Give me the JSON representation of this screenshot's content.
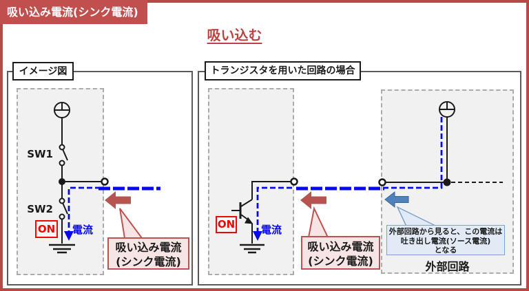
{
  "badge": {
    "label": "吸い込み電流(シンク電流)"
  },
  "title": {
    "label": "吸い込む"
  },
  "colors": {
    "accent_red": "#c0504d",
    "frame_red": "#b64846",
    "arrow_red": "#b85450",
    "callout_bg": "#f6e5e4",
    "circuit_blue": "#0808f0",
    "steel_blue": "#4f81bd",
    "note_bg": "#e2ebf5",
    "note_border": "#7da1cc",
    "panel_border": "#5a5a5a",
    "on_red": "#f00600"
  },
  "left_panel": {
    "header": "イメージ図",
    "sw1_label": "SW1",
    "sw2_label": "SW2",
    "on_label": "ON",
    "current_label": "電流",
    "callout": {
      "line1": "吸い込み電流",
      "line2": "(シンク電流)"
    }
  },
  "right_panel": {
    "header": "トランジスタを用いた回路の場合",
    "on_label": "ON",
    "current_label": "電流",
    "callout": {
      "line1": "吸い込み電流",
      "line2": "(シンク電流)"
    },
    "external": {
      "note": {
        "line1": "外部回路から見ると、この電流は",
        "line2": "吐き出し電流(ソース電流)",
        "line3": "となる"
      },
      "label": "外部回路"
    }
  }
}
